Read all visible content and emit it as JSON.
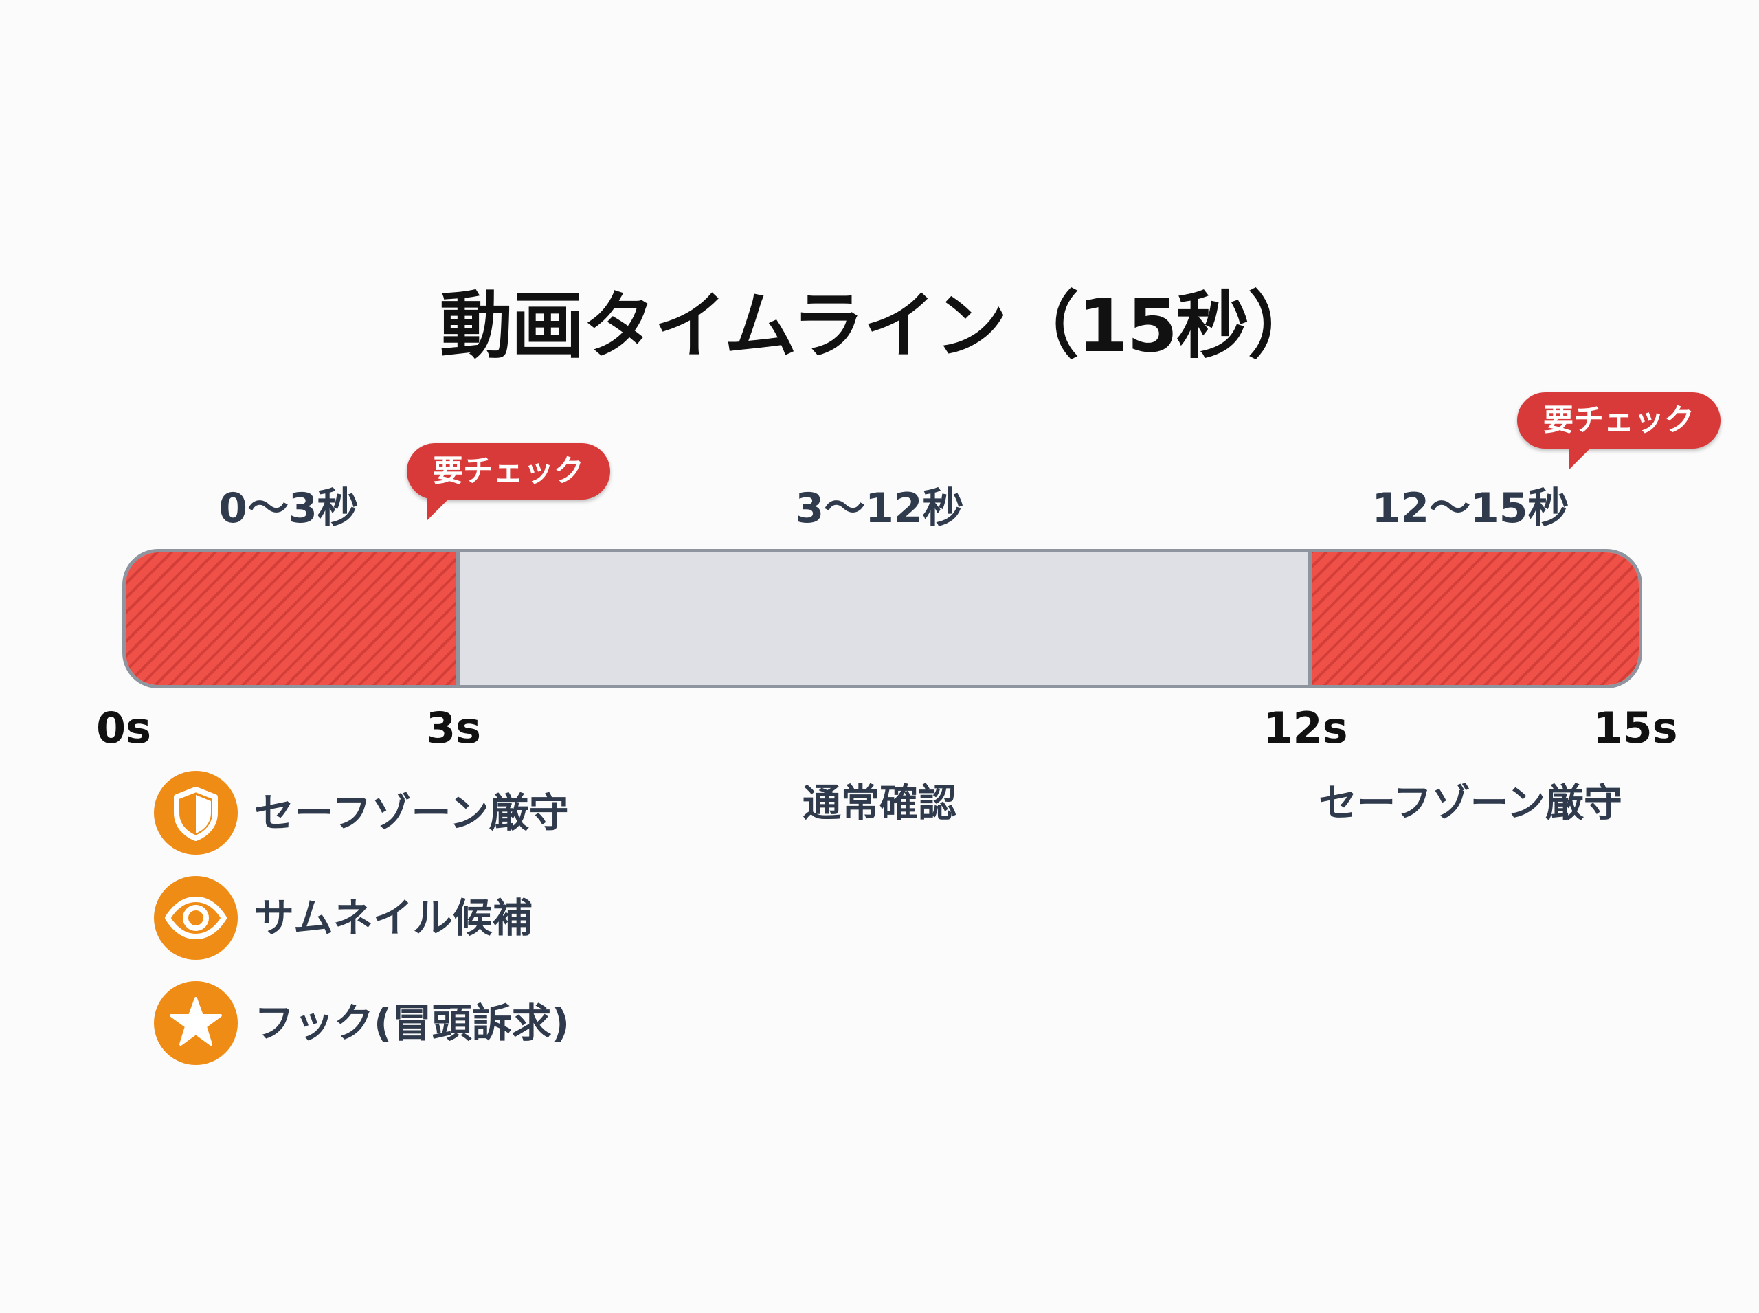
{
  "title": "動画タイムライン（15秒）",
  "segments": [
    {
      "label": "0〜3秒",
      "start": 0,
      "end": 3,
      "status": "warning"
    },
    {
      "label": "3〜12秒",
      "start": 3,
      "end": 12,
      "status": "normal"
    },
    {
      "label": "12〜15秒",
      "start": 12,
      "end": 15,
      "status": "warning"
    }
  ],
  "callouts": [
    "要チェック",
    "要チェック"
  ],
  "ticks": [
    "0s",
    "3s",
    "12s",
    "15s"
  ],
  "notes": {
    "middle": "通常確認",
    "end": "セーフゾーン厳守"
  },
  "legend": [
    {
      "icon": "shield-icon",
      "label": "セーフゾーン厳守"
    },
    {
      "icon": "eye-icon",
      "label": "サムネイル候補"
    },
    {
      "icon": "star-icon",
      "label": "フック(冒頭訴求)"
    }
  ],
  "colors": {
    "warning": "#ef5148",
    "normal": "#dfe0e5",
    "callout": "#d83a3a",
    "legend_icon": "#ef8c16",
    "border": "#8f959e"
  }
}
